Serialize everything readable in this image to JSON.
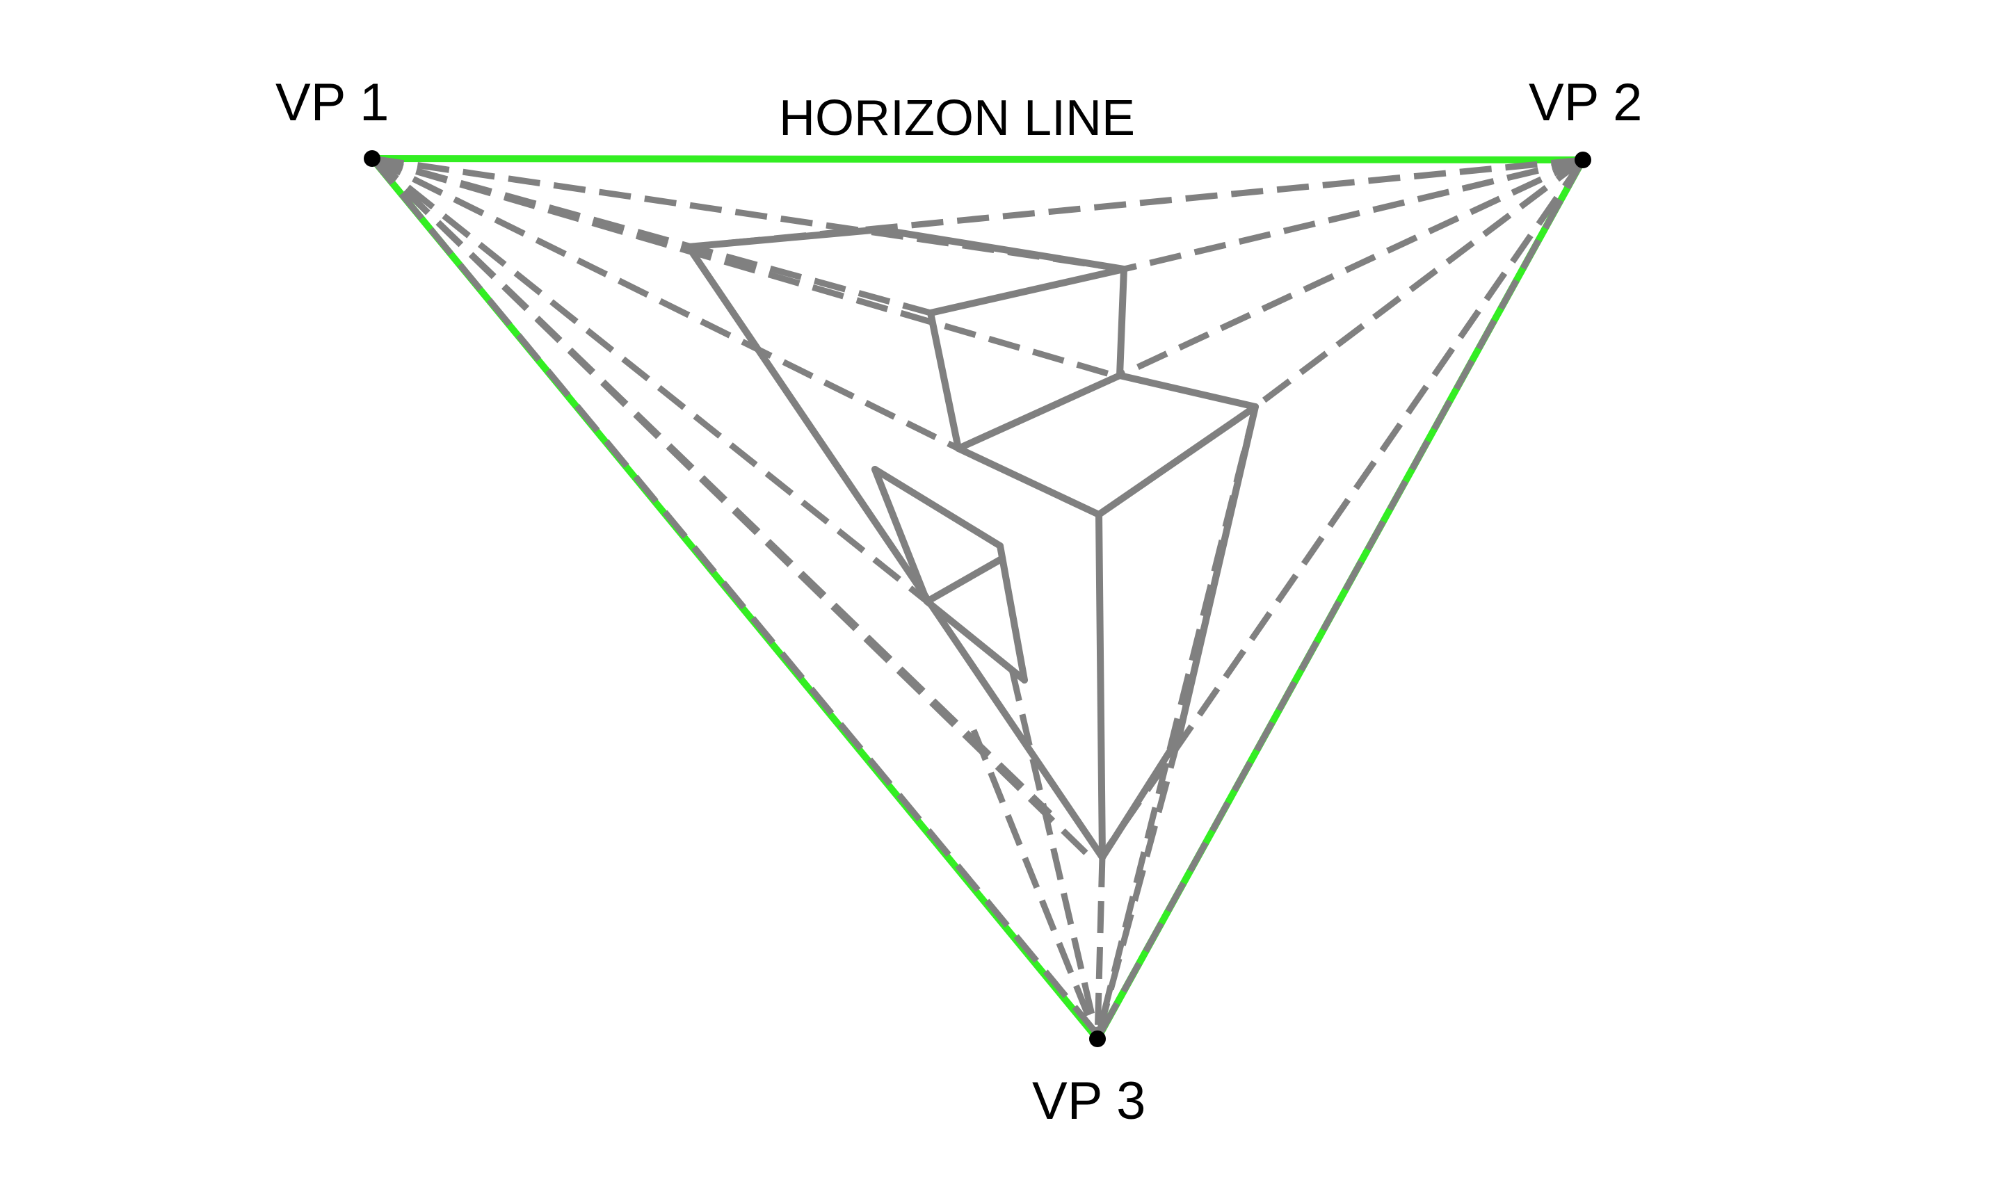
{
  "labels": {
    "vp1": "VP 1",
    "vp2": "VP 2",
    "vp3": "VP 3",
    "horizon": "HORIZON LINE"
  },
  "colors": {
    "background": "#ffffff",
    "guide_lines": "#33ee22",
    "construction_lines": "#808080",
    "vanishing_points": "#000000"
  }
}
